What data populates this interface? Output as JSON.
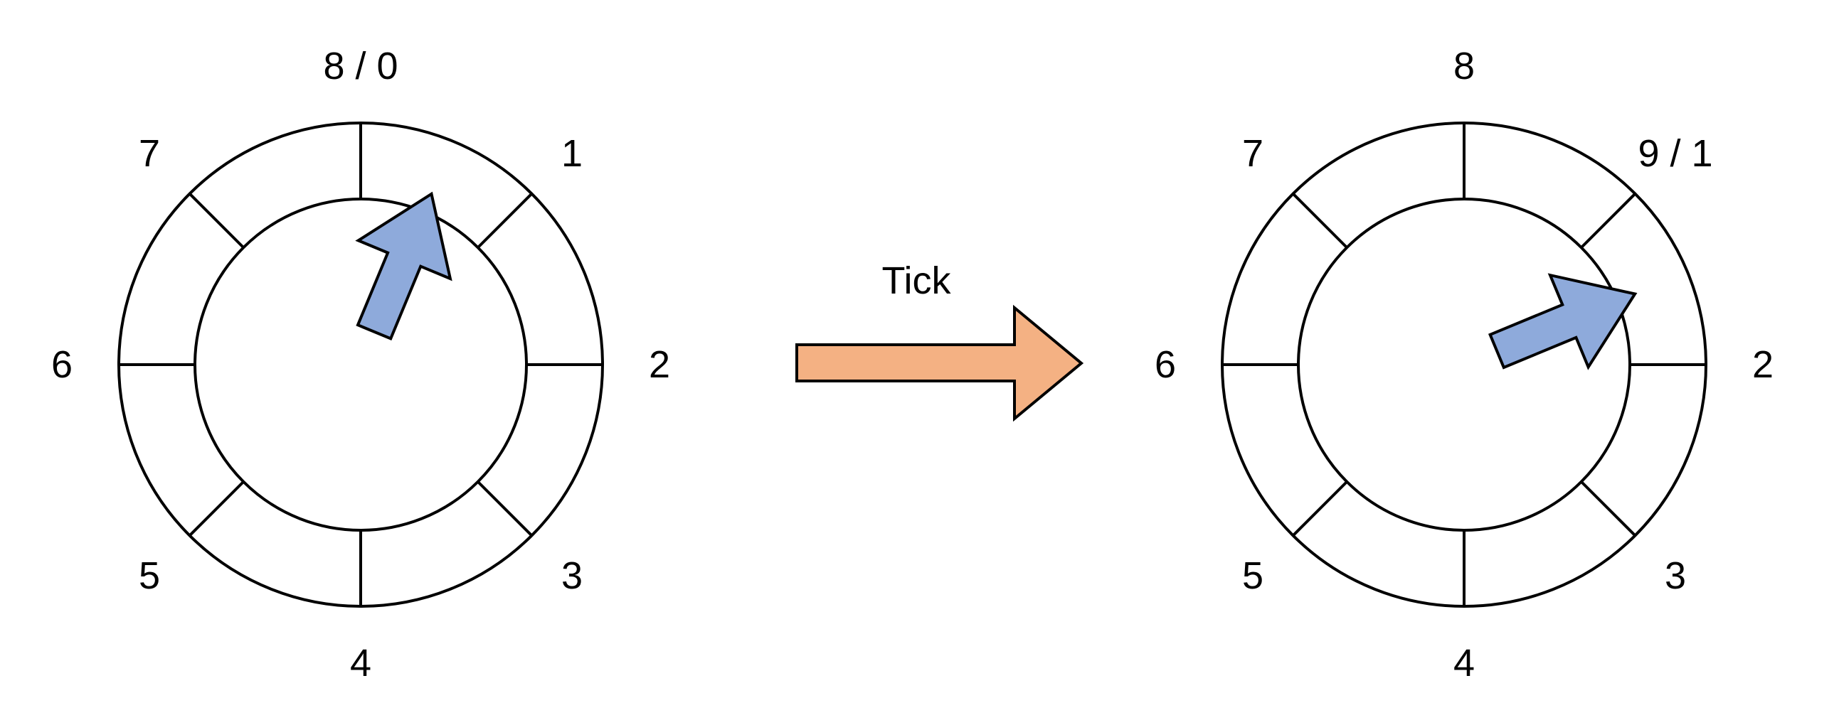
{
  "colors": {
    "pointer_fill": "#8eaadb",
    "tick_arrow_fill": "#f4b183",
    "stroke": "#000000",
    "background": "#ffffff"
  },
  "dial_before": {
    "labels": [
      "8 / 0",
      "1",
      "2",
      "3",
      "4",
      "5",
      "6",
      "7"
    ],
    "pointer_slot": 0.5
  },
  "transition": {
    "label": "Tick"
  },
  "dial_after": {
    "labels": [
      "8",
      "9 / 1",
      "2",
      "3",
      "4",
      "5",
      "6",
      "7"
    ],
    "pointer_slot": 1.5
  }
}
